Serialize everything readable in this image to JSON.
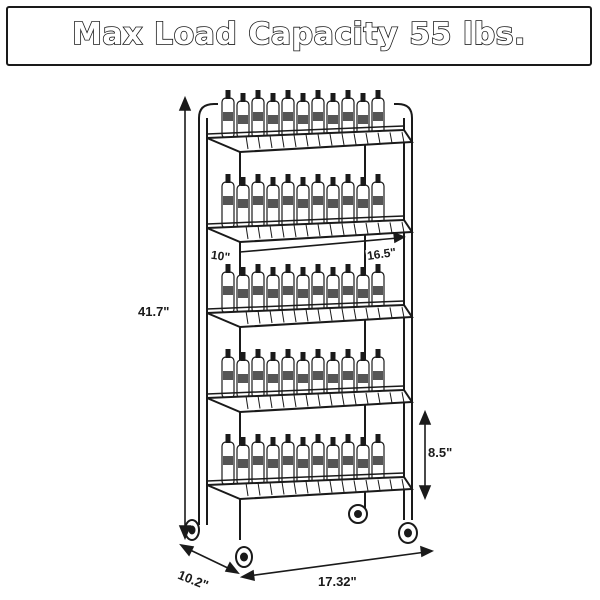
{
  "banner": {
    "title": "Max Load Capacity 55 lbs."
  },
  "dimensions": {
    "height": "41.7\"",
    "shelf_gap": "8.5\"",
    "depth": "10.2\"",
    "width": "17.32\"",
    "basket_depth": "10\"",
    "basket_width": "16.5\""
  },
  "product": {
    "shelves": 5,
    "wheels": 4
  },
  "colors": {
    "line": "#1a1a1a",
    "background": "#ffffff"
  }
}
